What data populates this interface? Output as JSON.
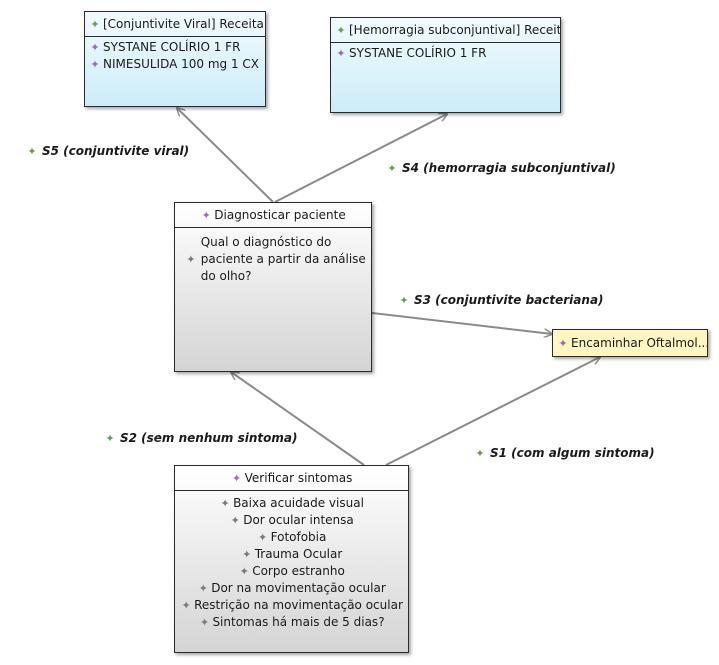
{
  "nodes": {
    "conj_viral": {
      "title": "[Conjuntivite Viral] Receita",
      "items": [
        "SYSTANE COLÍRIO 1 FR",
        "NIMESULIDA 100 mg 1 CX"
      ]
    },
    "hemorragia": {
      "title": "[Hemorragia subconjuntival] Receita",
      "items": [
        "SYSTANE COLÍRIO 1 FR"
      ]
    },
    "diagnosticar": {
      "title": "Diagnosticar paciente",
      "question": "Qual o diagnóstico do paciente a partir da análise do olho?"
    },
    "encaminhar": {
      "title": "Encaminhar Oftalmol..."
    },
    "verificar": {
      "title": "Verificar sintomas",
      "items": [
        "Baixa acuidade visual",
        "Dor ocular intensa",
        "Fotofobia",
        "Trauma Ocular",
        "Corpo estranho",
        "Dor na movimentação ocular",
        "Restrição na movimentação ocular",
        "Sintomas há mais de 5 dias?"
      ]
    }
  },
  "edges": {
    "s5": "S5 (conjuntivite viral)",
    "s4": "S4 (hemorragia subconjuntival)",
    "s3": "S3 (conjuntivite bacteriana)",
    "s2": "S2 (sem nenhum sintoma)",
    "s1": "S1 (com algum sintoma)"
  },
  "icons": {
    "node_title": "sparkle-icon",
    "list_item": "sparkle-icon",
    "edge": "sparkle-icon"
  },
  "colors": {
    "recipe_fill": "#ccecf8",
    "action_fill": "#d4d4d4",
    "terminal_fill": "#fff6c2",
    "edge_line": "#8a8a8a",
    "icon_green": "#6a9a5a",
    "icon_purple": "#9a6ab8"
  }
}
